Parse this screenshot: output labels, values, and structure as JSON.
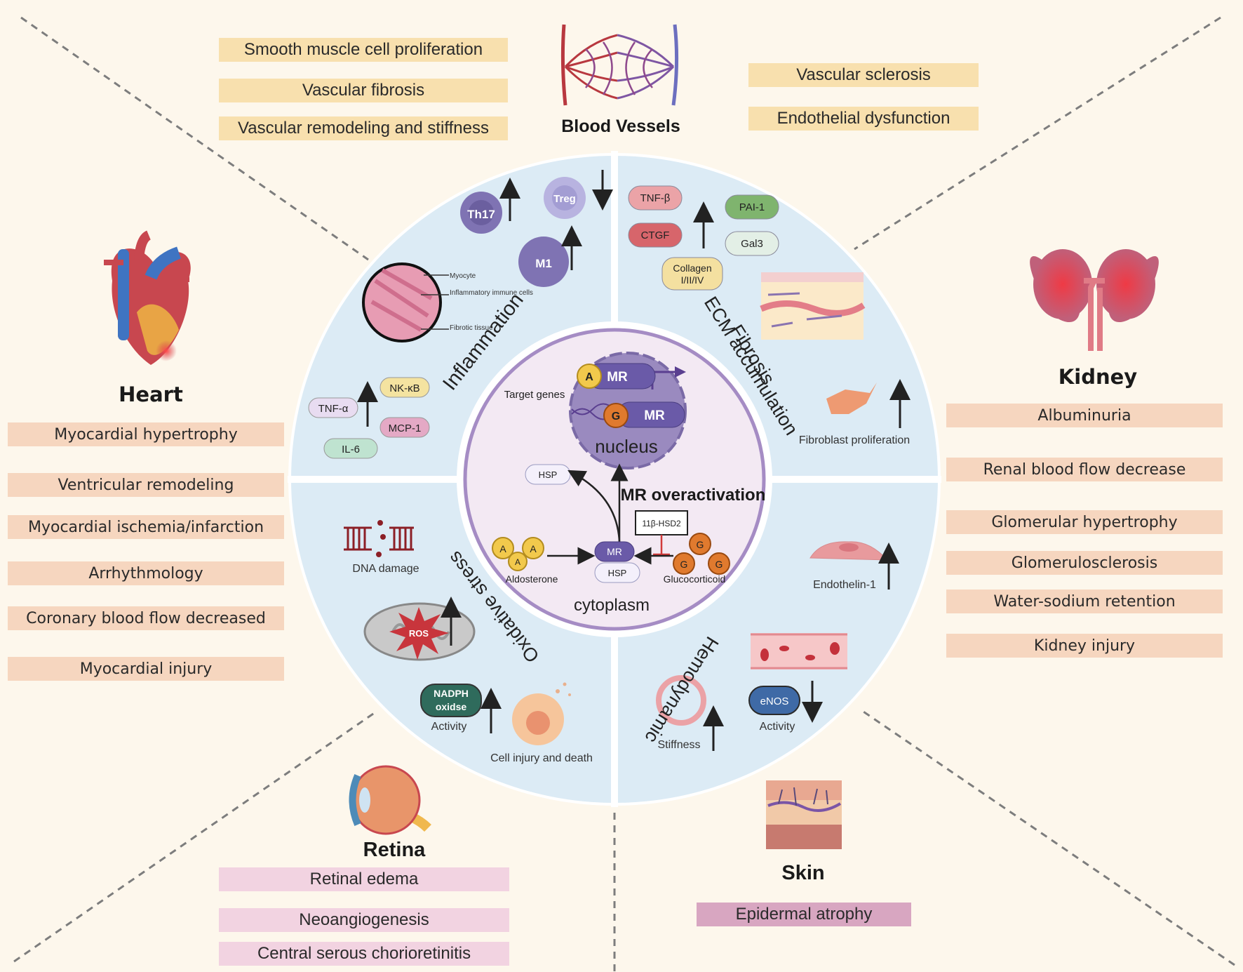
{
  "blood_vessels": {
    "title": "Blood Vessels",
    "left_items": [
      "Smooth muscle cell proliferation",
      "Vascular fibrosis",
      "Vascular remodeling and stiffness"
    ],
    "right_items": [
      "Vascular sclerosis",
      "Endothelial dysfunction"
    ]
  },
  "heart": {
    "title": "Heart",
    "items": [
      "Myocardial hypertrophy",
      "Ventricular remodeling",
      "Myocardial ischemia/infarction",
      "Arrhythmology",
      "Coronary blood flow decreased",
      "Myocardial injury"
    ]
  },
  "kidney": {
    "title": "Kidney",
    "items": [
      "Albuminuria",
      "Renal blood flow decrease",
      "Glomerular hypertrophy",
      "Glomerulosclerosis",
      "Water-sodium retention",
      "Kidney injury"
    ]
  },
  "retina": {
    "title": "Retina",
    "items": [
      "Retinal edema",
      "Neoangiogenesis",
      "Central serous chorioretinitis"
    ]
  },
  "skin": {
    "title": "Skin",
    "items": [
      "Epidermal atrophy"
    ]
  },
  "quadrants": {
    "inflammation": {
      "label": "Inflammation",
      "cells": [
        {
          "name": "Th17",
          "trend": "up"
        },
        {
          "name": "Treg",
          "trend": "down"
        },
        {
          "name": "M1",
          "trend": "up"
        }
      ],
      "histology_labels": [
        "Myocyte",
        "Inflammatory immune cells",
        "Fibrotic tissue"
      ],
      "cytokines": [
        "NK-κB",
        "TNF-α",
        "MCP-1",
        "IL-6"
      ],
      "cytokine_trend": "up"
    },
    "fibrosis": {
      "label_line1": "ECM accumulation",
      "label_line2": "Fibrosis",
      "markers": [
        "TNF-β",
        "CTGF",
        "PAI-1",
        "Gal3",
        "Collagen I/II/IV"
      ],
      "marker_trend": "up",
      "fibroblast_label": "Fibroblast proliferation",
      "fibroblast_trend": "up"
    },
    "oxidative_stress": {
      "label": "Oxidative stress",
      "dna_label": "DNA damage",
      "ros_label": "ROS",
      "ros_trend": "up",
      "nadph_label_line1": "NADPH",
      "nadph_label_line2": "oxidse",
      "nadph_activity": "Activity",
      "nadph_trend": "up",
      "cell_label": "Cell injury and death"
    },
    "hemodynamic": {
      "label": "Hemodynamic",
      "endothelin_label": "Endothelin-1",
      "endothelin_trend": "up",
      "enos_label": "eNOS",
      "enos_activity": "Activity",
      "enos_trend": "down",
      "stiffness_label": "Stiffness",
      "stiffness_trend": "up"
    }
  },
  "center": {
    "nucleus_label": "nucleus",
    "target_genes": "Target genes",
    "mr": "MR",
    "aldosterone_symbol": "A",
    "glucocorticoid_symbol": "G",
    "hsp": "HSP",
    "overactivation": "MR overactivation",
    "enzyme": "11β-HSD2",
    "aldosterone": "Aldosterone",
    "glucocorticoid": "Glucocorticoid",
    "cytoplasm": "cytoplasm"
  },
  "colors": {
    "background": "#fdf7ec",
    "ring": "#dcebf5",
    "center_fill": "#f3e9f3",
    "center_stroke": "#a58cc4",
    "mr_purple": "#6a5aa8",
    "aldosterone_yellow": "#f2c94c",
    "glucocorticoid_orange": "#e07a2e"
  }
}
